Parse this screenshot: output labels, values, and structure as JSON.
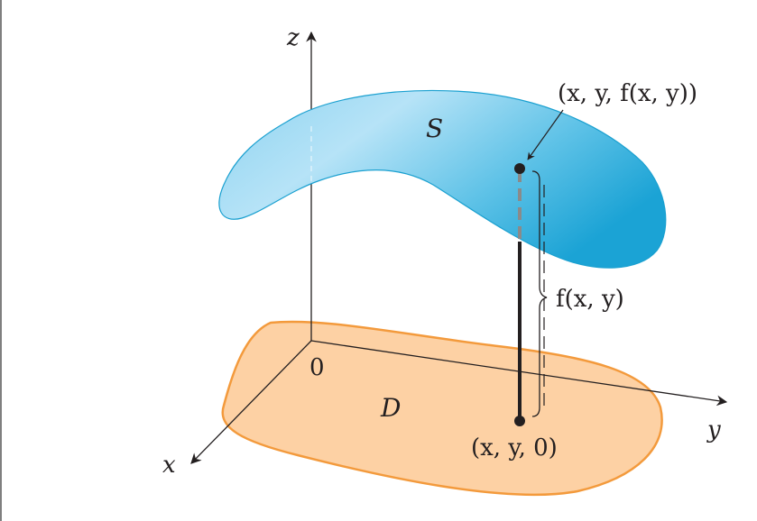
{
  "labels": {
    "z_axis": "z",
    "y_axis": "y",
    "x_axis": "x",
    "origin": "0",
    "surface": "S",
    "region": "D",
    "top_point": "(x, y, f(x, y))",
    "bottom_point": "(x, y, 0)",
    "height": "f(x, y)"
  },
  "colors": {
    "surface_light": "#bfe6f8",
    "surface_dark": "#20a6d6",
    "surface_edge": "#1aa0d0",
    "region_fill": "#fdd1a4",
    "region_edge": "#f39a3c",
    "ink": "#231f20"
  }
}
